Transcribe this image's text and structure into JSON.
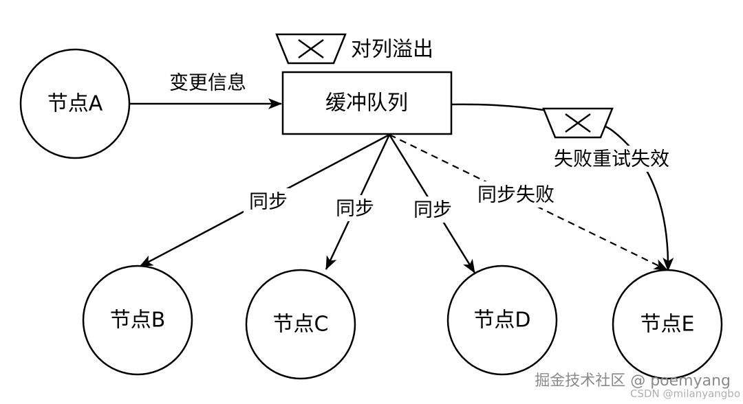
{
  "nodes": {
    "a": "节点A",
    "b": "节点B",
    "c": "节点C",
    "d": "节点D",
    "e": "节点E"
  },
  "queue": {
    "label": "缓冲队列"
  },
  "overflow_label": "对列溢出",
  "edges": {
    "change_info": "变更信息",
    "sync_b": "同步",
    "sync_c": "同步",
    "sync_d": "同步",
    "sync_fail": "同步失败",
    "retry_fail": "失败重试失效"
  },
  "watermark": {
    "main": "掘金技术社区 @ poemyang",
    "sub": "CSDN @milanyangbo"
  },
  "colors": {
    "stroke": "#000000",
    "fill": "#ffffff"
  }
}
